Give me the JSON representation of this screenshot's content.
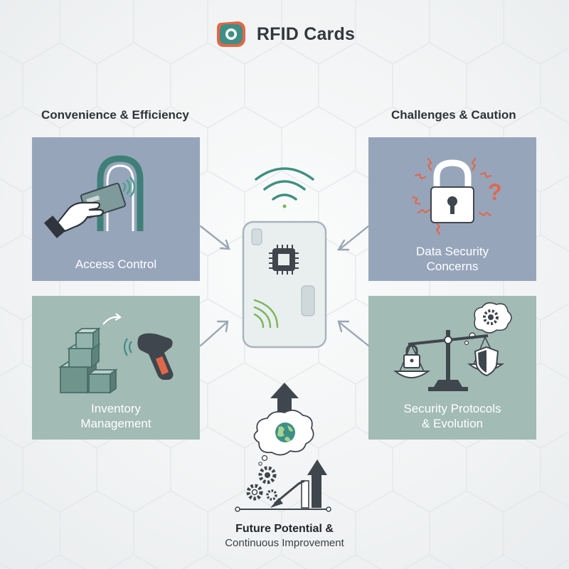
{
  "header": {
    "title": "RFID Cards",
    "logo_icon": "rfid-logo-icon"
  },
  "columns": {
    "left_heading": "Convenience & Efficiency",
    "right_heading": "Challenges & Caution"
  },
  "panels": {
    "access": {
      "line1": "Access Control",
      "line2": "",
      "icon": "hand-holding-card-icon",
      "color": "#97a5bb"
    },
    "inventory": {
      "line1": "Inventory",
      "line2": "Management",
      "icon": "boxes-and-scanner-icon",
      "color": "#a2bbb4"
    },
    "security": {
      "line1": "Data Security",
      "line2": "Concerns",
      "icon": "padlock-warning-icon",
      "color": "#97a5bb"
    },
    "protocols": {
      "line1": "Security Protocols",
      "line2": "& Evolution",
      "icon": "balance-scale-icon",
      "color": "#a2bbb4"
    }
  },
  "center": {
    "icon": "rfid-card-icon",
    "signal_icon": "wireless-signal-icon"
  },
  "future": {
    "line1": "Future Potential &",
    "line2": "Continuous Improvement",
    "icon": "growth-gears-icon"
  },
  "colors": {
    "teal": "#3f8f84",
    "orange": "#e0684a",
    "green_accent": "#7ab55c",
    "dark": "#3f464d"
  }
}
